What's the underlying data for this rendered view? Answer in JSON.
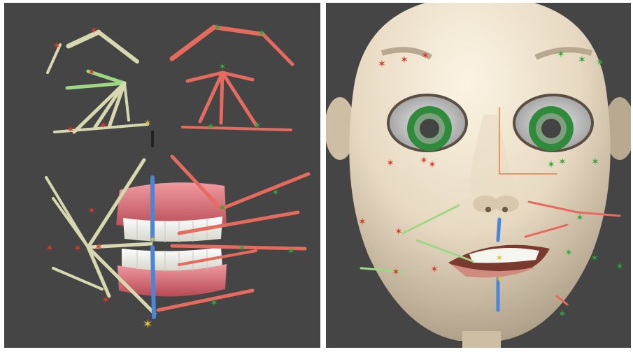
{
  "figure": {
    "panels": [
      {
        "id": "left",
        "content": "facial-rig-bones-with-teeth"
      },
      {
        "id": "right",
        "content": "cartoon-head-with-facial-rig"
      }
    ],
    "colors": {
      "background": "#454545",
      "bone_red": "#e66a5e",
      "bone_green": "#9ed884",
      "bone_cream": "#d8d8b0",
      "bone_blue": "#4a86d8",
      "helper_star_red": "#d83a2a",
      "helper_star_green": "#2fa83a",
      "helper_star_yellow": "#e0c040",
      "skin": "#e7d9c1",
      "iris": "#2f8a3c",
      "gums": "#d46a72",
      "teeth": "#f6f6f0"
    }
  }
}
